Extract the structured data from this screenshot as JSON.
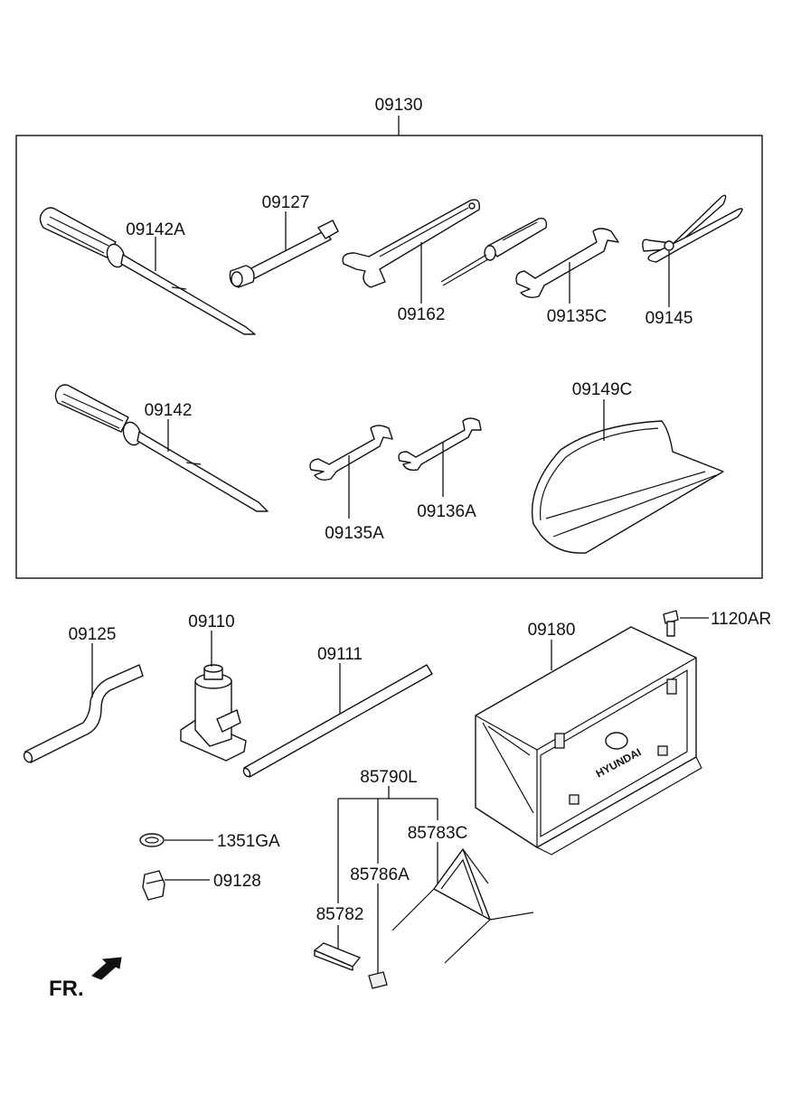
{
  "diagram": {
    "kit_label": "09130",
    "front_label": "FR.",
    "brand_logo_text": "HYUNDAI",
    "parts": {
      "screwdriver_large": "09142A",
      "socket_wrench": "09127",
      "adjustable_wrench": "09162",
      "small_screwdriver": "",
      "spanner_c": "09135C",
      "pliers": "09145",
      "screwdriver_small": "09142",
      "spanner_a": "09135A",
      "spanner_b": "09136A",
      "tool_bag": "09149C",
      "bent_rod": "09125",
      "jack": "09110",
      "jack_handle": "09111",
      "tool_box": "09180",
      "bolt": "1120AR",
      "triangle_assy": "85790L",
      "triangle_case": "85783C",
      "clip": "85786A",
      "reflector_box": "85782",
      "washer": "1351GA",
      "clamp": "09128"
    }
  }
}
